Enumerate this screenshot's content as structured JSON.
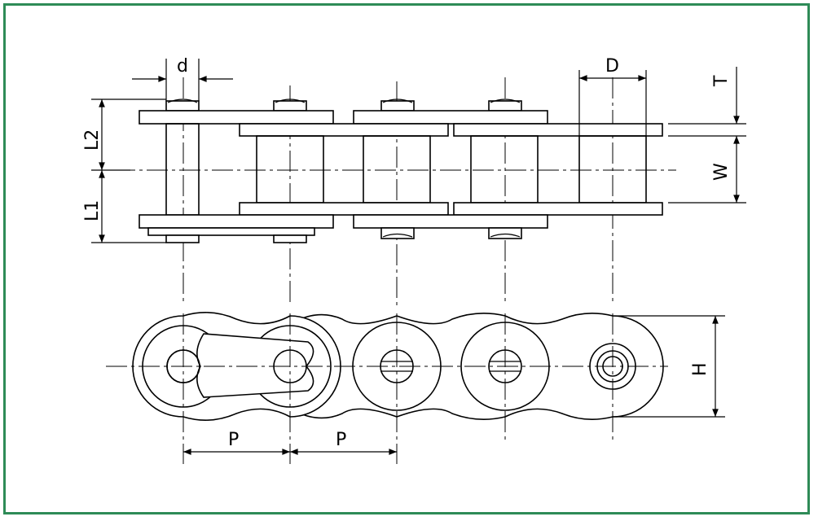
{
  "labels": {
    "d": "d",
    "D": "D",
    "T": "T",
    "W": "W",
    "L1": "L1",
    "L2": "L2",
    "H": "H",
    "P1": "P",
    "P2": "P"
  },
  "colors": {
    "frame": "#2e8b57",
    "line": "#000000"
  }
}
